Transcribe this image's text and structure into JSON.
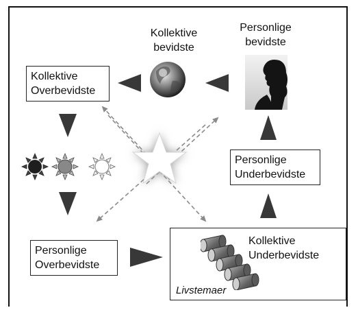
{
  "nodes": {
    "kollektive_bevidste": {
      "line1": "Kollektive",
      "line2": "bevidste"
    },
    "personlige_bevidste": {
      "line1": "Personlige",
      "line2": "bevidste"
    },
    "kollektive_overbevidste": {
      "line1": "Kollektive",
      "line2": "Overbevidste"
    },
    "personlige_underbevidste": {
      "line1": "Personlige",
      "line2": "Underbevidste"
    },
    "personlige_overbevidste": {
      "line1": "Personlige",
      "line2": "Overbevidste"
    },
    "kollektive_underbevidste": {
      "line1": "Kollektive",
      "line2": "Underbevidste",
      "caption": "Livstemaer"
    }
  },
  "icons": [
    "earth-icon",
    "person-silhouette-icon",
    "sun-dark-icon",
    "sun-mid-icon",
    "sun-light-icon",
    "star-icon",
    "cylinder-stack-icon"
  ],
  "colors": {
    "arrow": "#333333",
    "dashed": "#888888",
    "frame": "#111111"
  }
}
